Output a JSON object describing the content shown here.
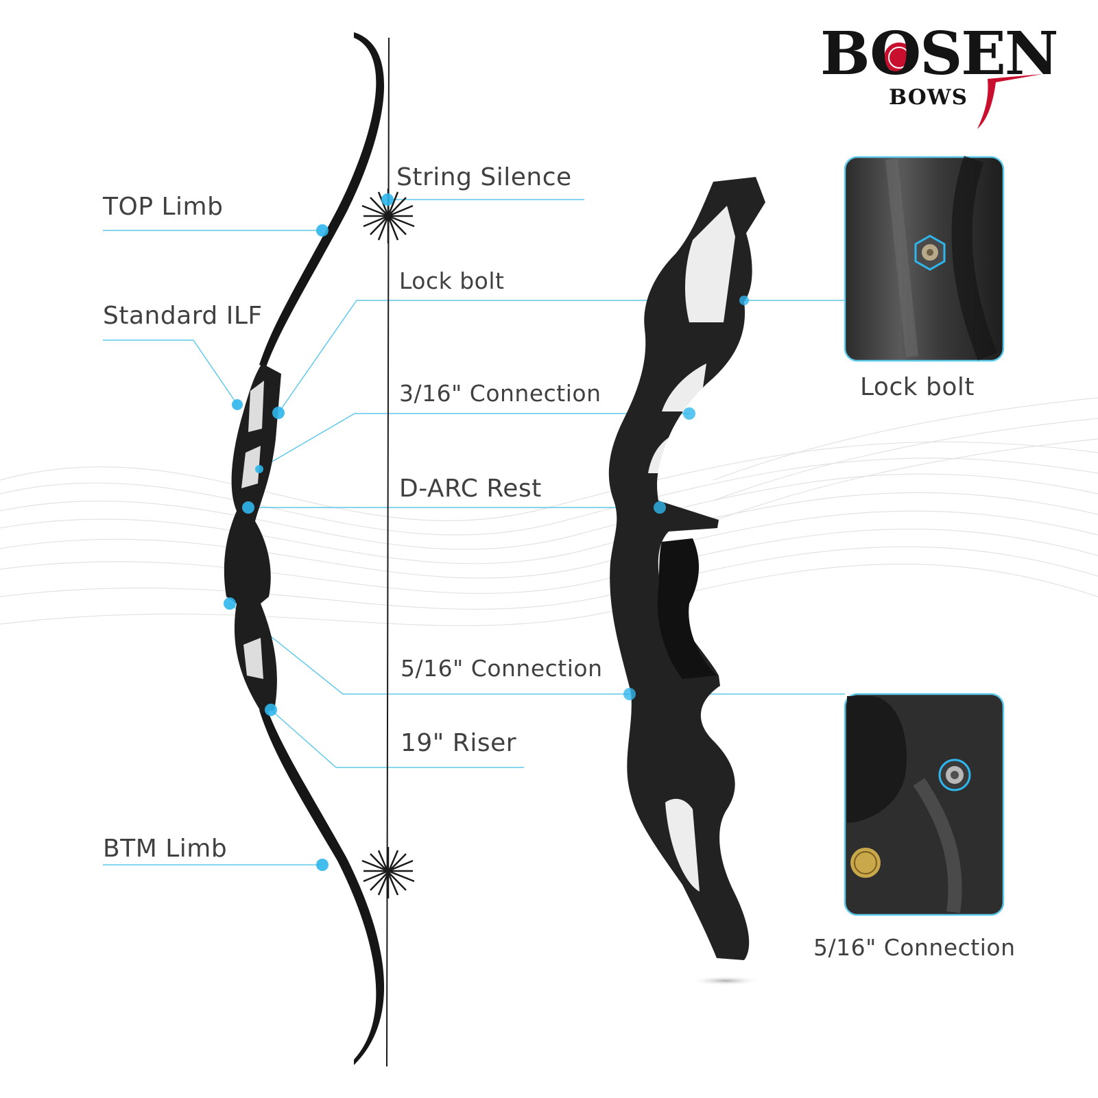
{
  "brand": {
    "name": "BOSEN",
    "sub": "BOWS",
    "accent": "#c8102e"
  },
  "colors": {
    "callout": "#5fc9ea",
    "dot": "#2fb6ec",
    "bow": "#161616",
    "riser": "#202020"
  },
  "labels": {
    "top_limb": "TOP Limb",
    "string_silence": "String Silence",
    "lock_bolt": "Lock bolt",
    "standard_ilf": "Standard ILF",
    "connection_3_16": "3/16\" Connection",
    "d_arc_rest": "D-ARC Rest",
    "connection_5_16": "5/16\" Connection",
    "riser_19": "19\" Riser",
    "btm_limb": "BTM Limb"
  },
  "insets": {
    "lock_bolt_caption": "Lock bolt",
    "connection_caption": "5/16\" Connection"
  }
}
